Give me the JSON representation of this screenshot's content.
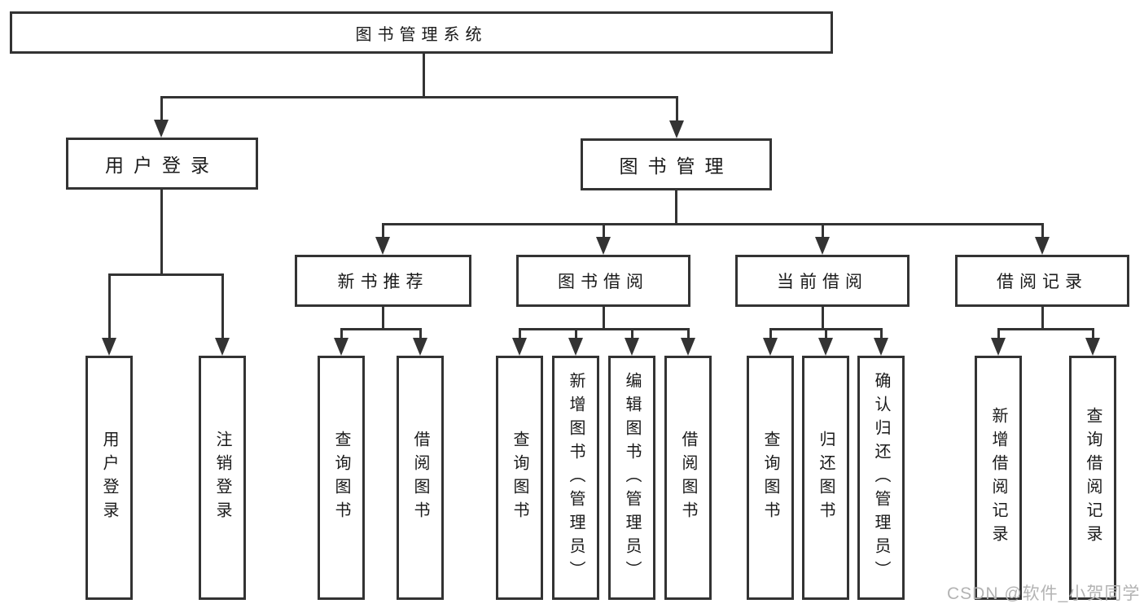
{
  "root": {
    "label": "图书管理系统"
  },
  "level2": [
    {
      "label": "用户登录"
    },
    {
      "label": "图书管理"
    }
  ],
  "level3": [
    {
      "label": "新书推荐"
    },
    {
      "label": "图书借阅"
    },
    {
      "label": "当前借阅"
    },
    {
      "label": "借阅记录"
    }
  ],
  "leaves": {
    "user_login": [
      {
        "label": "用户登录"
      },
      {
        "label": "注销登录"
      }
    ],
    "new_book_recommend": [
      {
        "label": "查询图书"
      },
      {
        "label": "借阅图书"
      }
    ],
    "book_borrowing": [
      {
        "label": "查询图书"
      },
      {
        "label": "新增图书（管理员）"
      },
      {
        "label": "编辑图书（管理员）"
      },
      {
        "label": "借阅图书"
      }
    ],
    "current_borrowing": [
      {
        "label": "查询图书"
      },
      {
        "label": "归还图书"
      },
      {
        "label": "确认归还（管理员）"
      }
    ],
    "borrowing_records": [
      {
        "label": "新增借阅记录"
      },
      {
        "label": "查询借阅记录"
      }
    ]
  },
  "watermark": {
    "text": "CSDN @软件_小贺同学"
  },
  "colors": {
    "line": "#333333",
    "text": "#1a1a1a",
    "background": "#ffffff",
    "watermark": "#b3b3b3"
  }
}
